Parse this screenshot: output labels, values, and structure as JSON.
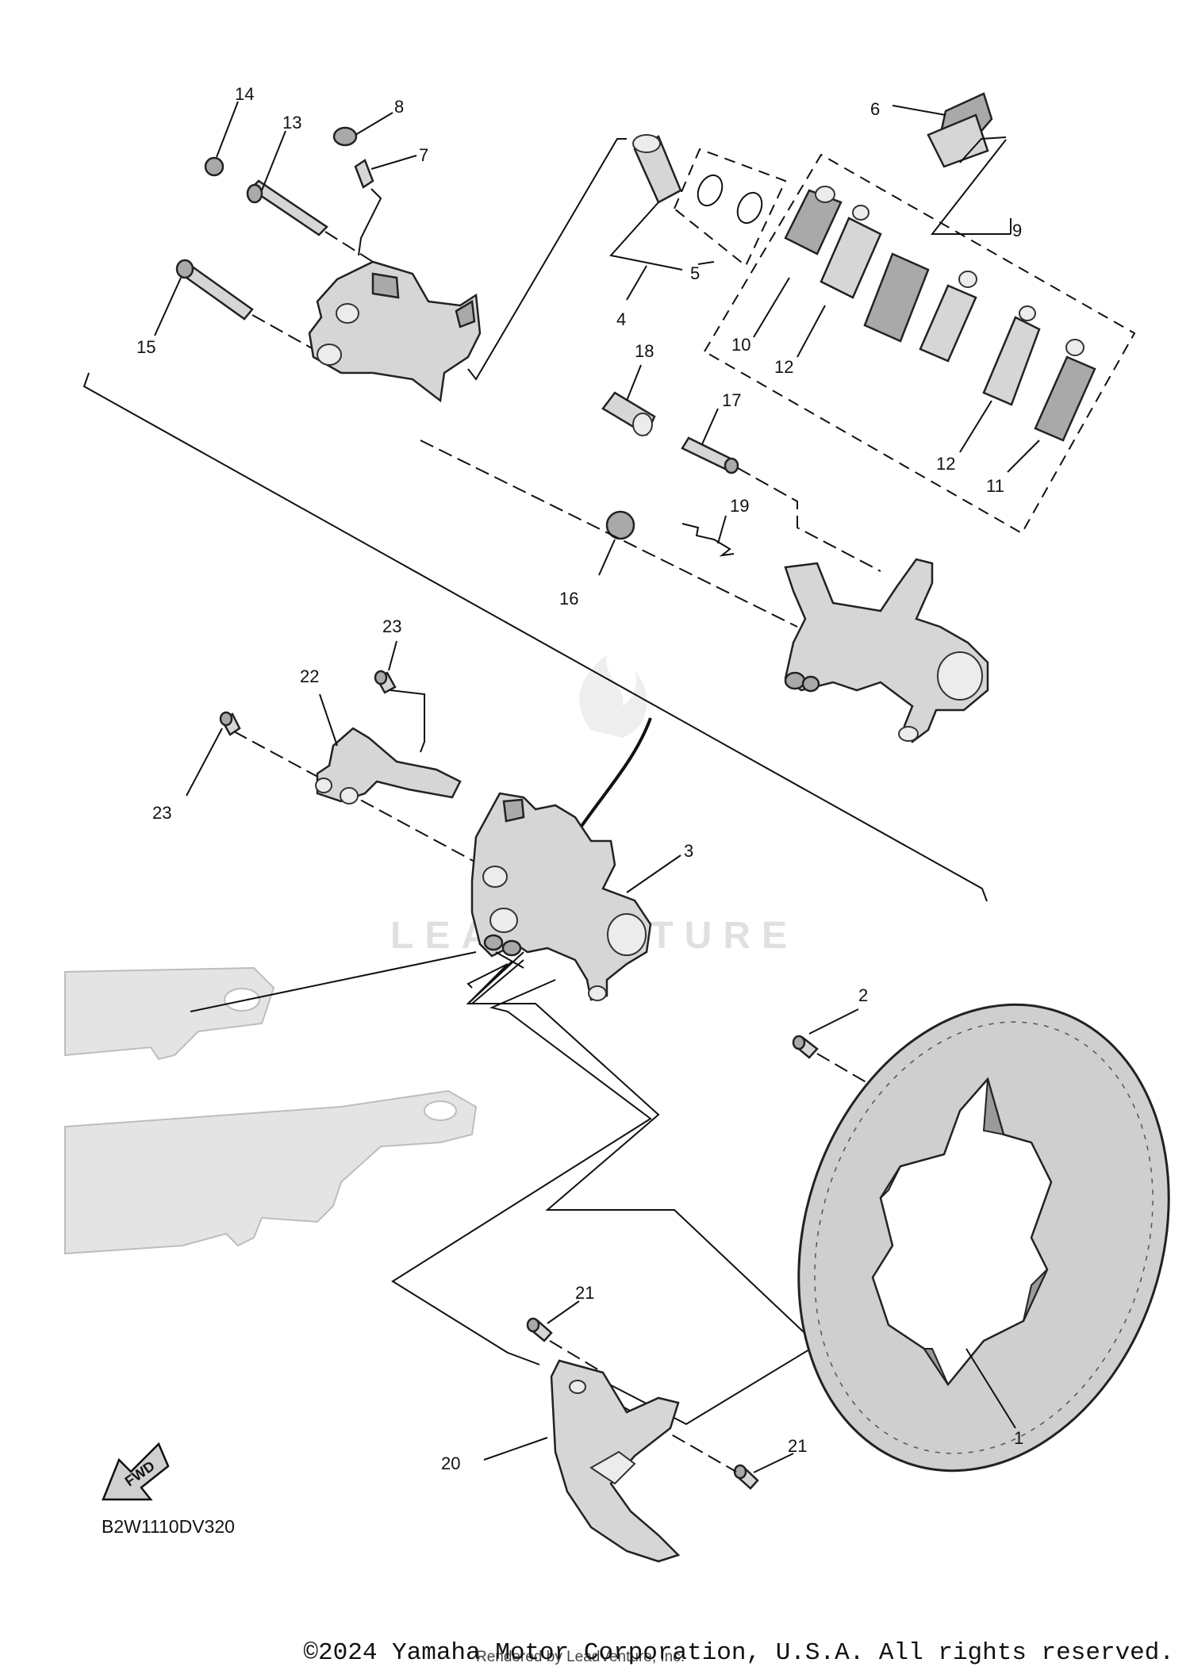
{
  "diagram": {
    "code": "B2W1110DV320",
    "fwd_label": "FWD",
    "watermark": "LEADVENTURE",
    "callouts": [
      "14",
      "13",
      "8",
      "7",
      "15",
      "6",
      "9",
      "4",
      "5",
      "10",
      "12",
      "12",
      "11",
      "18",
      "17",
      "19",
      "16",
      "23",
      "22",
      "23",
      "3",
      "2",
      "1",
      "21",
      "21",
      "20"
    ]
  },
  "footer": {
    "copyright": "©2024 Yamaha Motor Corporation, U.S.A. All rights reserved.",
    "rendered_by": "Rendered by LeadVenture, Inc."
  }
}
